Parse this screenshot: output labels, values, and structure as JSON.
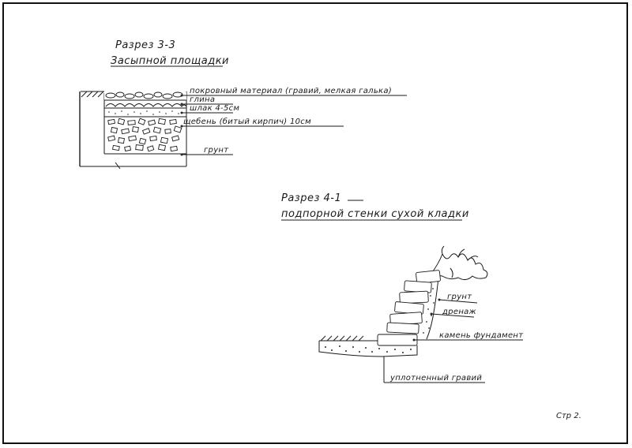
{
  "section_3": {
    "title_line1": "Разрез 3-3",
    "title_line2": "Засыпной площадки",
    "layers": [
      "покровный материал (гравий, мелкая галька)",
      "глина",
      "шлак 4-5см",
      "щебень (битый кирпич) 10см",
      "грунт"
    ]
  },
  "section_4": {
    "title_line1": "Разрез 4-1",
    "title_line2": "подпорной стенки сухой кладки",
    "labels": {
      "soil": "грунт",
      "drainage": "дренаж",
      "foundation_stone": "камень фундамент",
      "compacted_gravel": "уплотненный гравий"
    }
  },
  "page_number": "Стр 2."
}
